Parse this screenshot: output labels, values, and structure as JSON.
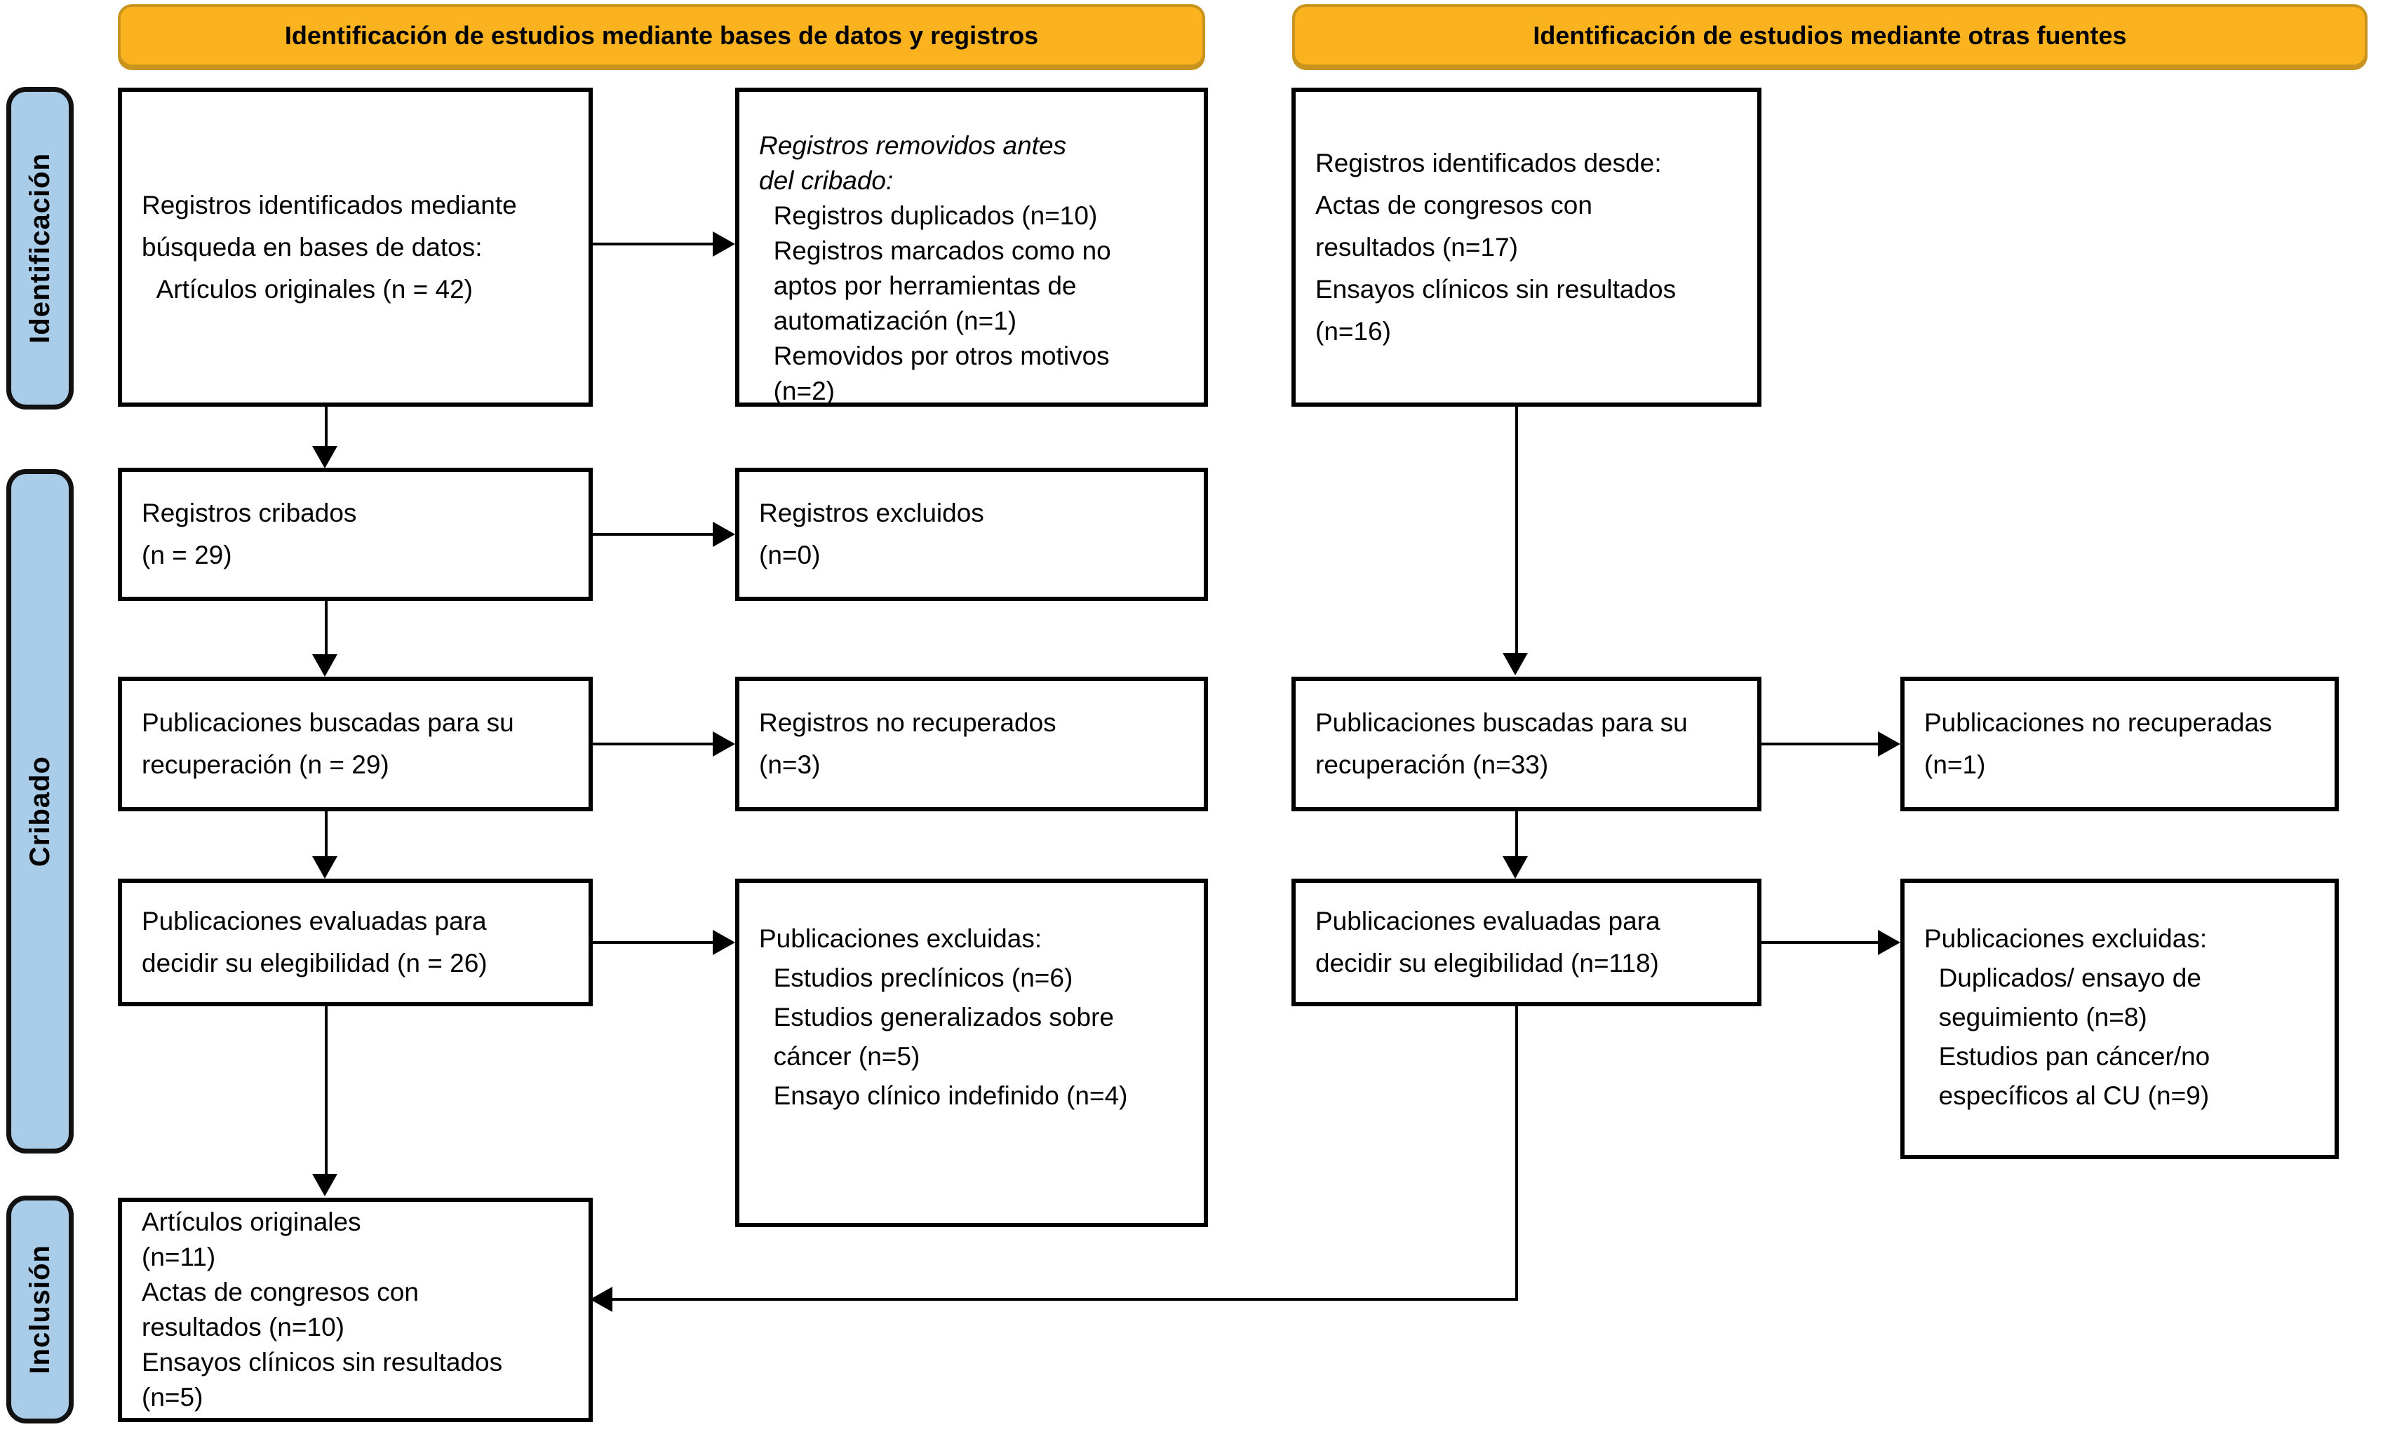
{
  "colors": {
    "banner_bg": "#FAB31F",
    "banner_border": "#C9941E",
    "stage_bg": "#A9CCE9",
    "stage_border": "#111111",
    "box_border": "#000000",
    "arrow": "#000000",
    "text": "#000000",
    "background": "#FFFFFF"
  },
  "banners": {
    "left": "Identificación de estudios mediante bases de datos y registros",
    "right": "Identificación de estudios mediante otras fuentes"
  },
  "stages": {
    "identification": "Identificación",
    "screening": "Cribado",
    "inclusion": "Inclusión"
  },
  "boxes": {
    "db_search": {
      "lines": [
        "Registros identificados mediante",
        "búsqueda en bases de datos:",
        "  Artículos originales (n = 42)"
      ]
    },
    "removed_before_screening": {
      "heading": [
        "Registros removidos antes",
        "del cribado:"
      ],
      "lines": [
        "  Registros duplicados (n=10)",
        "  Registros marcados como no",
        "  aptos por herramientas de",
        "  automatización (n=1)",
        "  Removidos por otros motivos",
        "  (n=2)"
      ]
    },
    "other_sources": {
      "lines": [
        "Registros identificados desde:",
        "Actas de congresos con",
        "resultados (n=17)",
        "Ensayos clínicos sin resultados",
        "(n=16)"
      ]
    },
    "records_screened": {
      "lines": [
        "Registros cribados",
        "(n = 29)"
      ]
    },
    "records_excluded": {
      "lines": [
        "Registros excluidos",
        "(n=0)"
      ]
    },
    "reports_sought_db": {
      "lines": [
        "Publicaciones buscadas para su",
        "recuperación (n = 29)"
      ]
    },
    "reports_not_retrieved_db": {
      "lines": [
        "Registros no recuperados",
        "(n=3)"
      ]
    },
    "reports_sought_other": {
      "lines": [
        "Publicaciones buscadas para su",
        "recuperación (n=33)"
      ]
    },
    "reports_not_retrieved_other": {
      "lines": [
        "Publicaciones no recuperadas",
        "(n=1)"
      ]
    },
    "reports_assessed_db": {
      "lines": [
        "Publicaciones evaluadas para",
        "decidir su elegibilidad (n = 26)"
      ]
    },
    "reports_excluded_db": {
      "lines": [
        "Publicaciones excluidas:",
        "  Estudios preclínicos (n=6)",
        "  Estudios generalizados sobre",
        "  cáncer (n=5)",
        "  Ensayo clínico indefinido (n=4)"
      ]
    },
    "reports_assessed_other": {
      "lines": [
        "Publicaciones evaluadas para",
        "decidir su elegibilidad (n=118)"
      ]
    },
    "reports_excluded_other": {
      "lines": [
        "Publicaciones excluidas:",
        "  Duplicados/ ensayo de",
        "  seguimiento (n=8)",
        "  Estudios pan cáncer/no",
        "  específicos al CU (n=9)"
      ]
    },
    "included": {
      "lines": [
        "Artículos originales",
        "(n=11)",
        "Actas de congresos con",
        "resultados (n=10)",
        "Ensayos clínicos sin resultados",
        "(n=5)"
      ]
    }
  }
}
